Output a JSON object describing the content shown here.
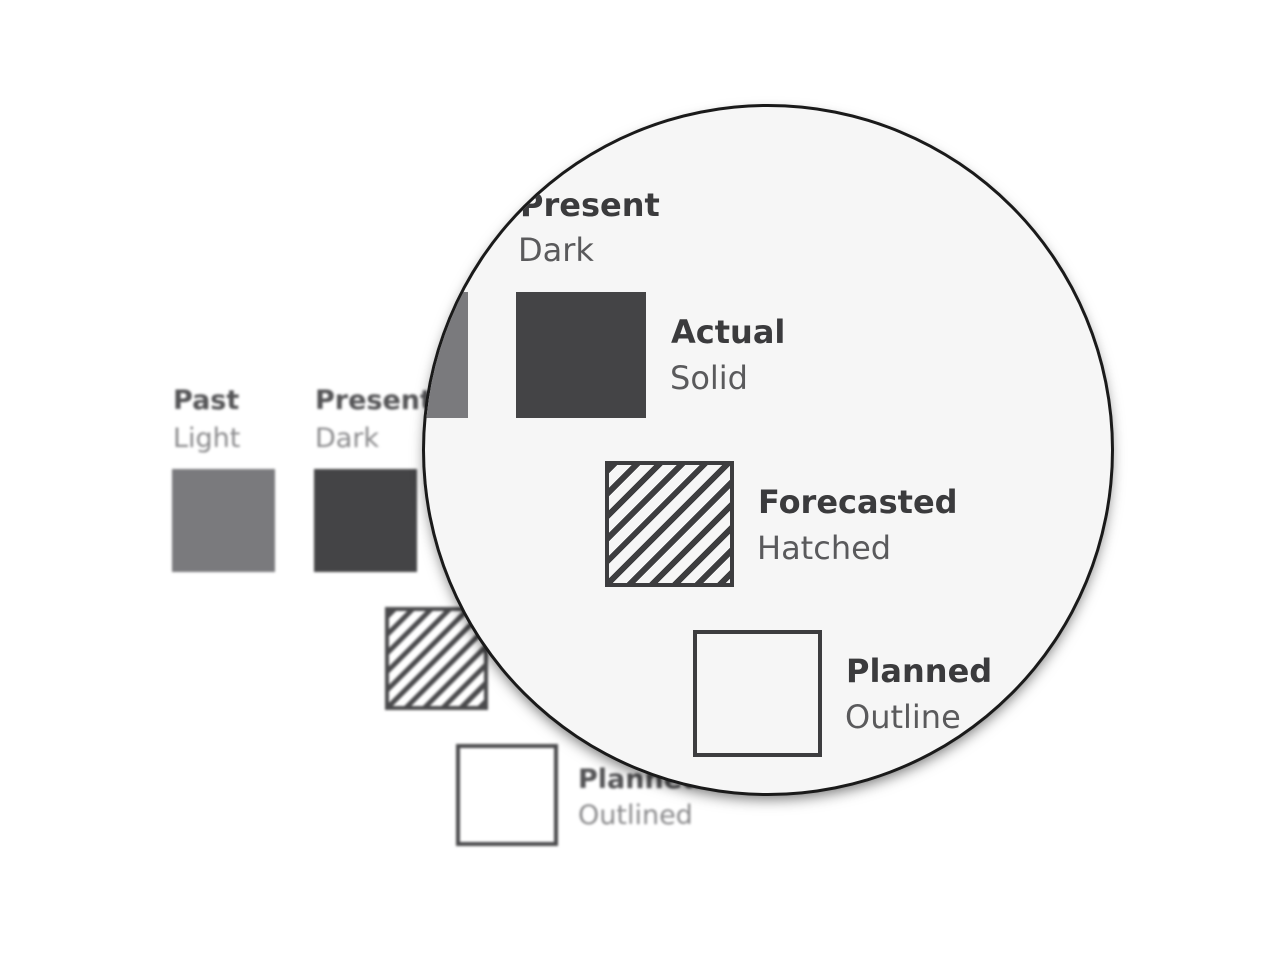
{
  "legend_background": [
    {
      "title": "Past",
      "subtitle": "Light",
      "style": "light"
    },
    {
      "title": "Present",
      "subtitle": "Dark",
      "style": "dark"
    },
    {
      "title": "Planned",
      "subtitle": "Outlined",
      "style": "outline"
    }
  ],
  "legend_magnified": [
    {
      "title": "Present",
      "subtitle": "Dark"
    },
    {
      "title": "Actual",
      "subtitle": "Solid",
      "style": "solid"
    },
    {
      "title": "Forecasted",
      "subtitle": "Hatched",
      "style": "hatched"
    },
    {
      "title": "Planned",
      "subtitle": "Outline",
      "style": "outline"
    }
  ],
  "colors": {
    "light_fill": "#7a7a7d",
    "dark_fill": "#444446",
    "stroke": "#3d3d3f",
    "lens_background": "#f6f6f6"
  },
  "icons": [
    "magnifier-lens"
  ]
}
